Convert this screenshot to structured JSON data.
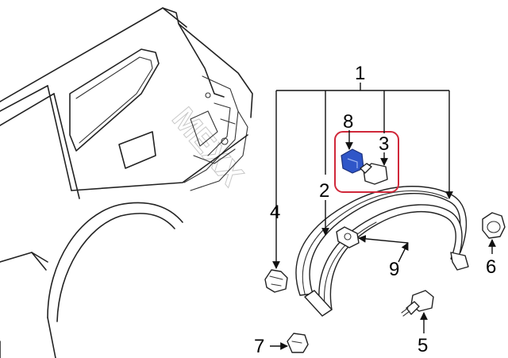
{
  "callouts": {
    "c1": "1",
    "c2": "2",
    "c3": "3",
    "c4": "4",
    "c5": "5",
    "c6": "6",
    "c7": "7",
    "c8": "8",
    "c9": "9"
  },
  "watermark": "MEXX",
  "colors": {
    "highlight_box": "#d0283a",
    "clip_blue": "#2f56c8",
    "line": "#222222"
  }
}
